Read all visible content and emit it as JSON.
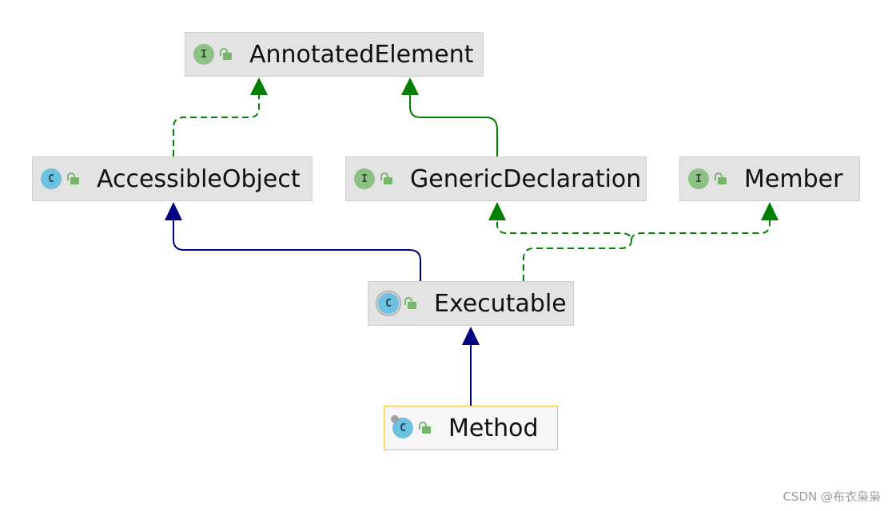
{
  "nodes": {
    "annotated_element": {
      "name": "AnnotatedElement",
      "kind": "interface",
      "kind_letter": "I"
    },
    "accessible_object": {
      "name": "AccessibleObject",
      "kind": "class",
      "kind_letter": "C"
    },
    "generic_declaration": {
      "name": "GenericDeclaration",
      "kind": "interface",
      "kind_letter": "I"
    },
    "member": {
      "name": "Member",
      "kind": "interface",
      "kind_letter": "I"
    },
    "executable": {
      "name": "Executable",
      "kind": "abstract class",
      "kind_letter": "C"
    },
    "method": {
      "name": "Method",
      "kind": "final class",
      "kind_letter": "C",
      "selected": true
    }
  },
  "edges": [
    {
      "from": "AccessibleObject",
      "to": "AnnotatedElement",
      "type": "implements"
    },
    {
      "from": "GenericDeclaration",
      "to": "AnnotatedElement",
      "type": "extends"
    },
    {
      "from": "Executable",
      "to": "AccessibleObject",
      "type": "extends"
    },
    {
      "from": "Executable",
      "to": "GenericDeclaration",
      "type": "implements"
    },
    {
      "from": "Executable",
      "to": "Member",
      "type": "implements"
    },
    {
      "from": "Method",
      "to": "Executable",
      "type": "extends"
    }
  ],
  "colors": {
    "class_extends": "#000080",
    "interface_relation": "#008000"
  },
  "watermark": "CSDN @布衣枭枭"
}
